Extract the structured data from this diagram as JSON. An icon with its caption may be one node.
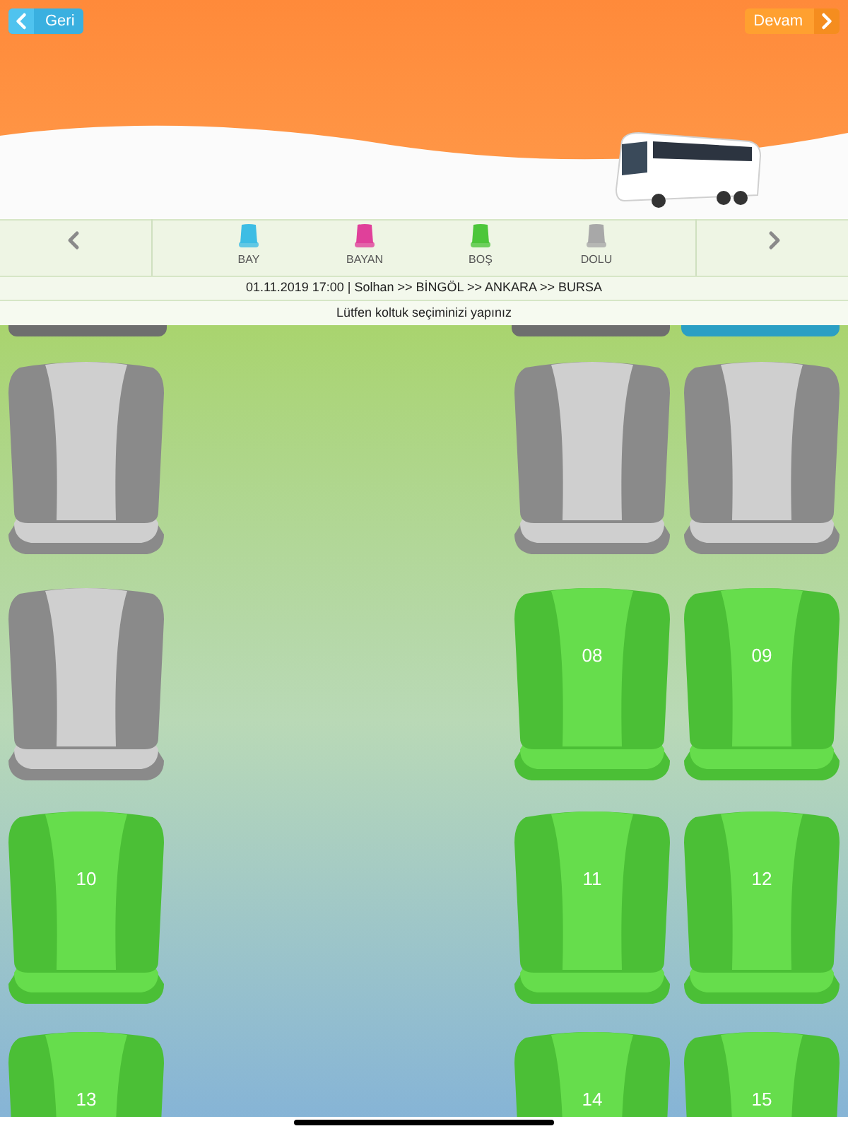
{
  "diagram": {
    "nodes": [
      {
        "text": [],
        "shape": "seat"
      },
      {
        "text": [],
        "shape": "seat"
      },
      {
        "text": [],
        "shape": "seat"
      },
      {
        "text": [],
        "shape": "seat"
      },
      {
        "text": [
          "08"
        ]
      },
      {
        "text": [
          "09"
        ]
      },
      {
        "text": [
          "10"
        ]
      },
      {
        "text": [
          "11"
        ]
      },
      {
        "text": [
          "12"
        ]
      },
      {
        "text": [
          "13"
        ]
      },
      {
        "text": [
          "14"
        ]
      },
      {
        "text": [
          "15"
        ]
      }
    ],
    "labels": [
      "Geri",
      "Devam",
      "01.11.2019 17:00 | Solhan >> BİNGÖL >> ANKARA >> BURSA",
      "Lütfen koltuk seçiminizi yapınız"
    ],
    "legend": [
      {
        "text": "BAY",
        "color": "#3dbde4"
      },
      {
        "text": "BAYAN",
        "color": "#e0409a"
      },
      {
        "text": "BOŞ",
        "color": "#4cc63a"
      },
      {
        "text": "DOLU",
        "color": "#a8a8a8"
      }
    ]
  }
}
